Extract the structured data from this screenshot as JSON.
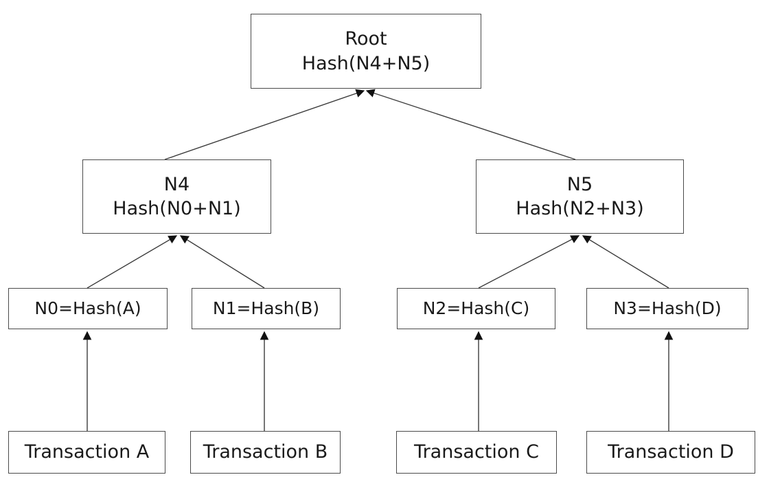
{
  "diagram": {
    "root": {
      "title": "Root",
      "formula": "Hash(N4+N5)"
    },
    "n4": {
      "title": "N4",
      "formula": "Hash(N0+N1)"
    },
    "n5": {
      "title": "N5",
      "formula": "Hash(N2+N3)"
    },
    "n0": {
      "label": "N0=Hash(A)"
    },
    "n1": {
      "label": "N1=Hash(B)"
    },
    "n2": {
      "label": "N2=Hash(C)"
    },
    "n3": {
      "label": "N3=Hash(D)"
    },
    "transactions": {
      "a": "Transaction A",
      "b": "Transaction B",
      "c": "Transaction C",
      "d": "Transaction D"
    },
    "colors": {
      "line": "#3c3c3c",
      "border": "#4a4a4a",
      "background": "#ffffff"
    }
  }
}
